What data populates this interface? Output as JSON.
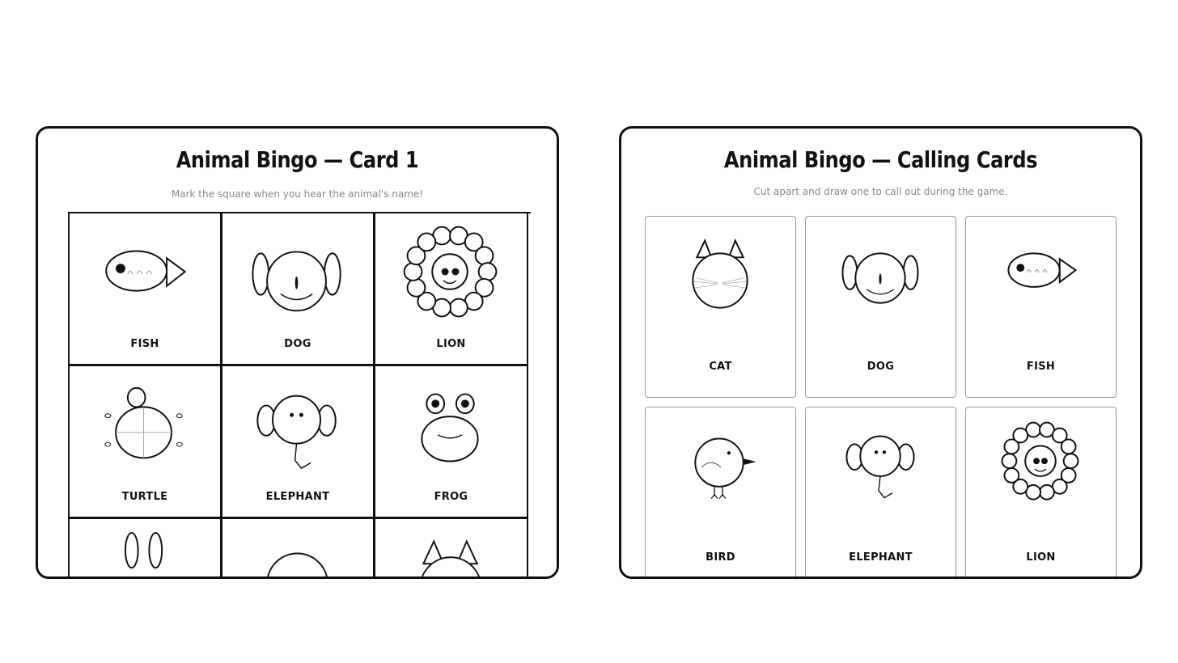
{
  "bingo_card": {
    "title": "Animal Bingo — Card 1",
    "subtitle": "Mark the square when you hear the animal's name!",
    "cells": [
      {
        "label": "FISH",
        "icon": "fish-icon"
      },
      {
        "label": "DOG",
        "icon": "dog-icon"
      },
      {
        "label": "LION",
        "icon": "lion-icon"
      },
      {
        "label": "TURTLE",
        "icon": "turtle-icon"
      },
      {
        "label": "ELEPHANT",
        "icon": "elephant-icon"
      },
      {
        "label": "FROG",
        "icon": "frog-icon"
      },
      {
        "label": "",
        "icon": "rabbit-icon"
      },
      {
        "label": "",
        "icon": "round-animal-icon"
      },
      {
        "label": "",
        "icon": "cat-icon"
      }
    ]
  },
  "calling_cards": {
    "title": "Animal Bingo — Calling Cards",
    "subtitle": "Cut apart and draw one to call out during the game.",
    "cards": [
      {
        "label": "CAT",
        "icon": "cat-icon"
      },
      {
        "label": "DOG",
        "icon": "dog-icon"
      },
      {
        "label": "FISH",
        "icon": "fish-icon"
      },
      {
        "label": "BIRD",
        "icon": "bird-icon"
      },
      {
        "label": "ELEPHANT",
        "icon": "elephant-icon"
      },
      {
        "label": "LION",
        "icon": "lion-icon"
      }
    ]
  }
}
